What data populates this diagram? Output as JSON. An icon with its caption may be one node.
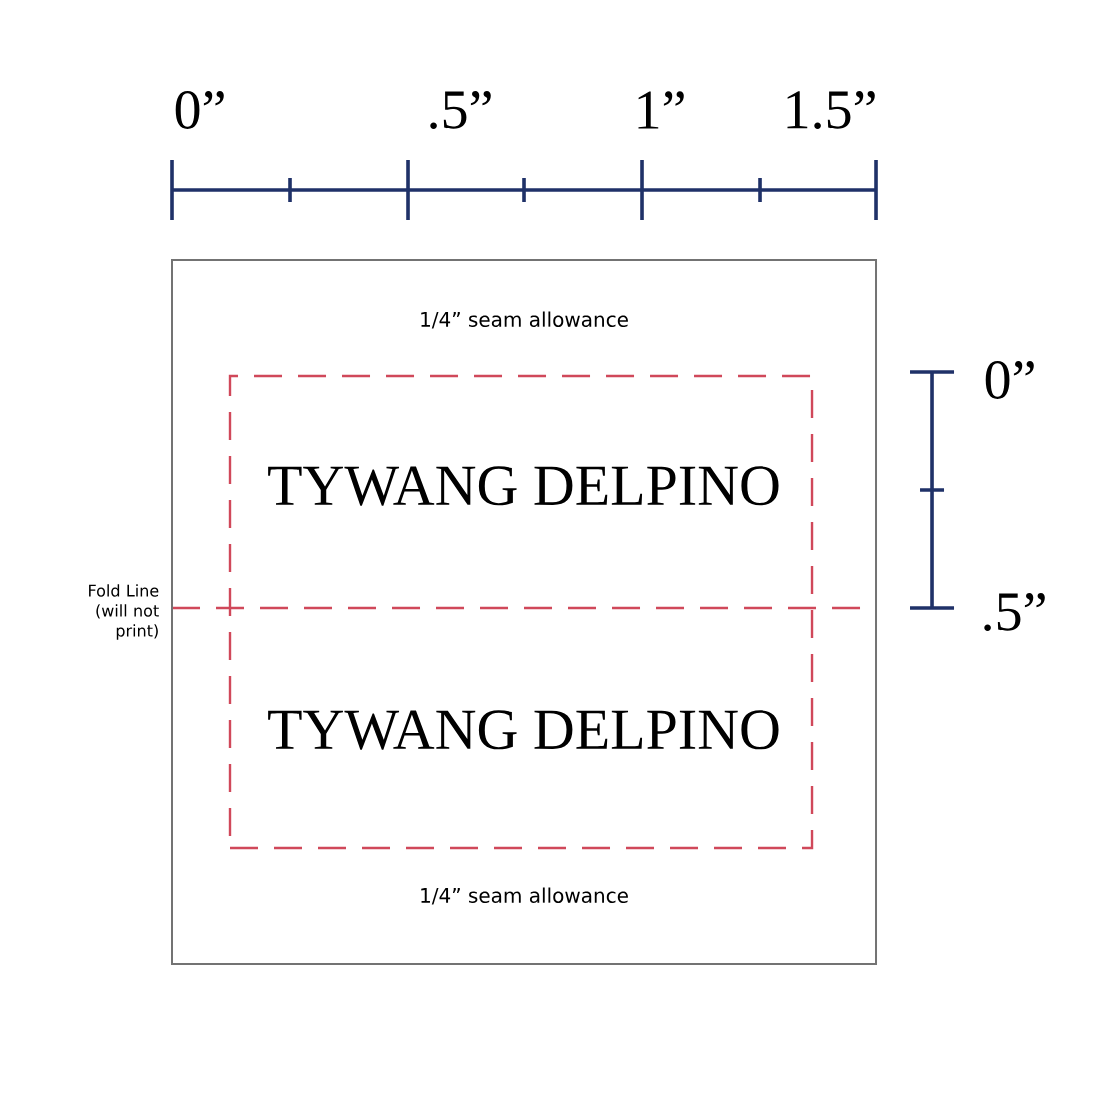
{
  "diagram": {
    "nodes": [
      {
        "text": [
          "1/4” seam allowance",
          "1/4” seam allowance"
        ]
      },
      {
        "text": [
          "TYWANG DELPINO",
          "TYWANG DELPINO"
        ],
        "in": 0
      }
    ],
    "labels": [
      "0”",
      ".5”",
      "1”",
      "1.5”",
      "0”",
      "Fold Line (will not print)",
      ".5”"
    ]
  }
}
